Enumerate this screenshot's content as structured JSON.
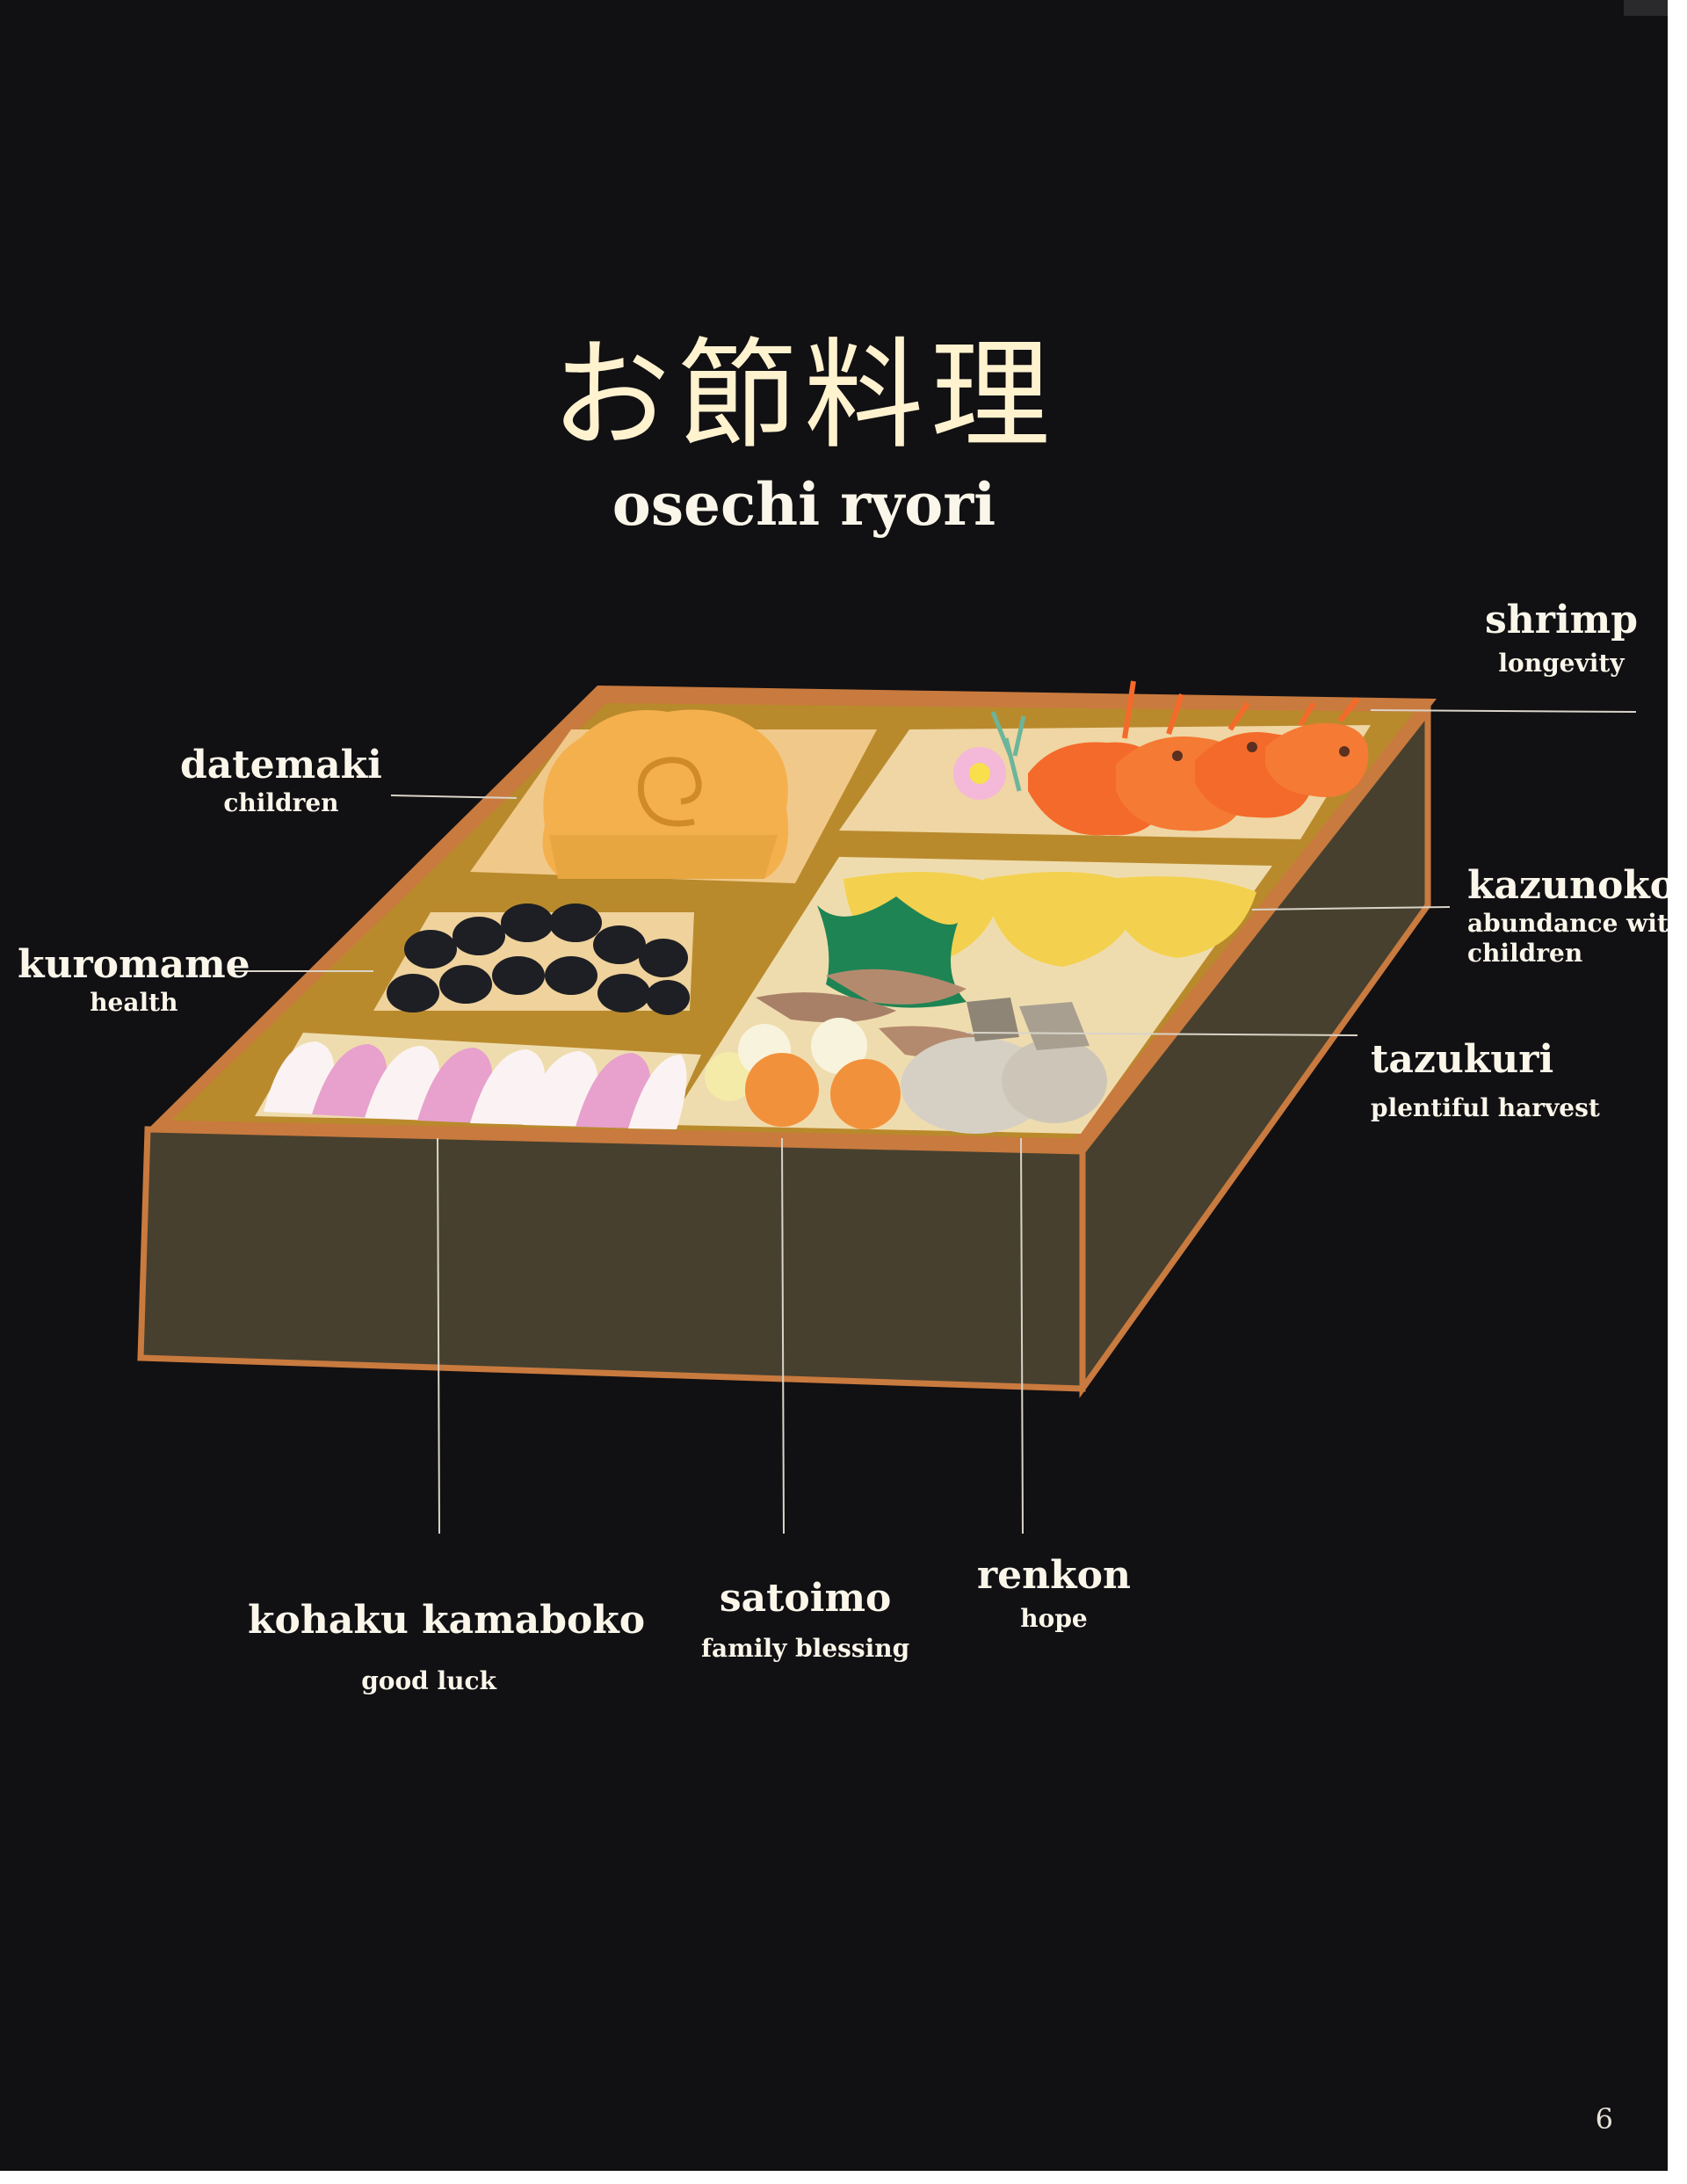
{
  "title_jp": "お節料理",
  "title_en": "osechi ryori",
  "page_number": "6",
  "labels": {
    "shrimp": {
      "name": "shrimp",
      "meaning": "longevity"
    },
    "datemaki": {
      "name": "datemaki",
      "meaning": "children"
    },
    "kuromame": {
      "name": "kuromame",
      "meaning": "health"
    },
    "kazunoko": {
      "name": "kazunoko",
      "meaning": "abundance with",
      "meaning2": "children"
    },
    "tazukuri": {
      "name": "tazukuri",
      "meaning": "plentiful harvest"
    },
    "kohaku": {
      "name": "kohaku kamaboko",
      "meaning": "good luck"
    },
    "satoimo": {
      "name": "satoimo",
      "meaning": "family blessing"
    },
    "renkon": {
      "name": "renkon",
      "meaning": "hope"
    }
  },
  "colors": {
    "background": "#111013",
    "box_frame": "#c97a3e",
    "box_side": "#47402f",
    "tray": "#b98a2c",
    "label_text": "#fbf6ea"
  }
}
